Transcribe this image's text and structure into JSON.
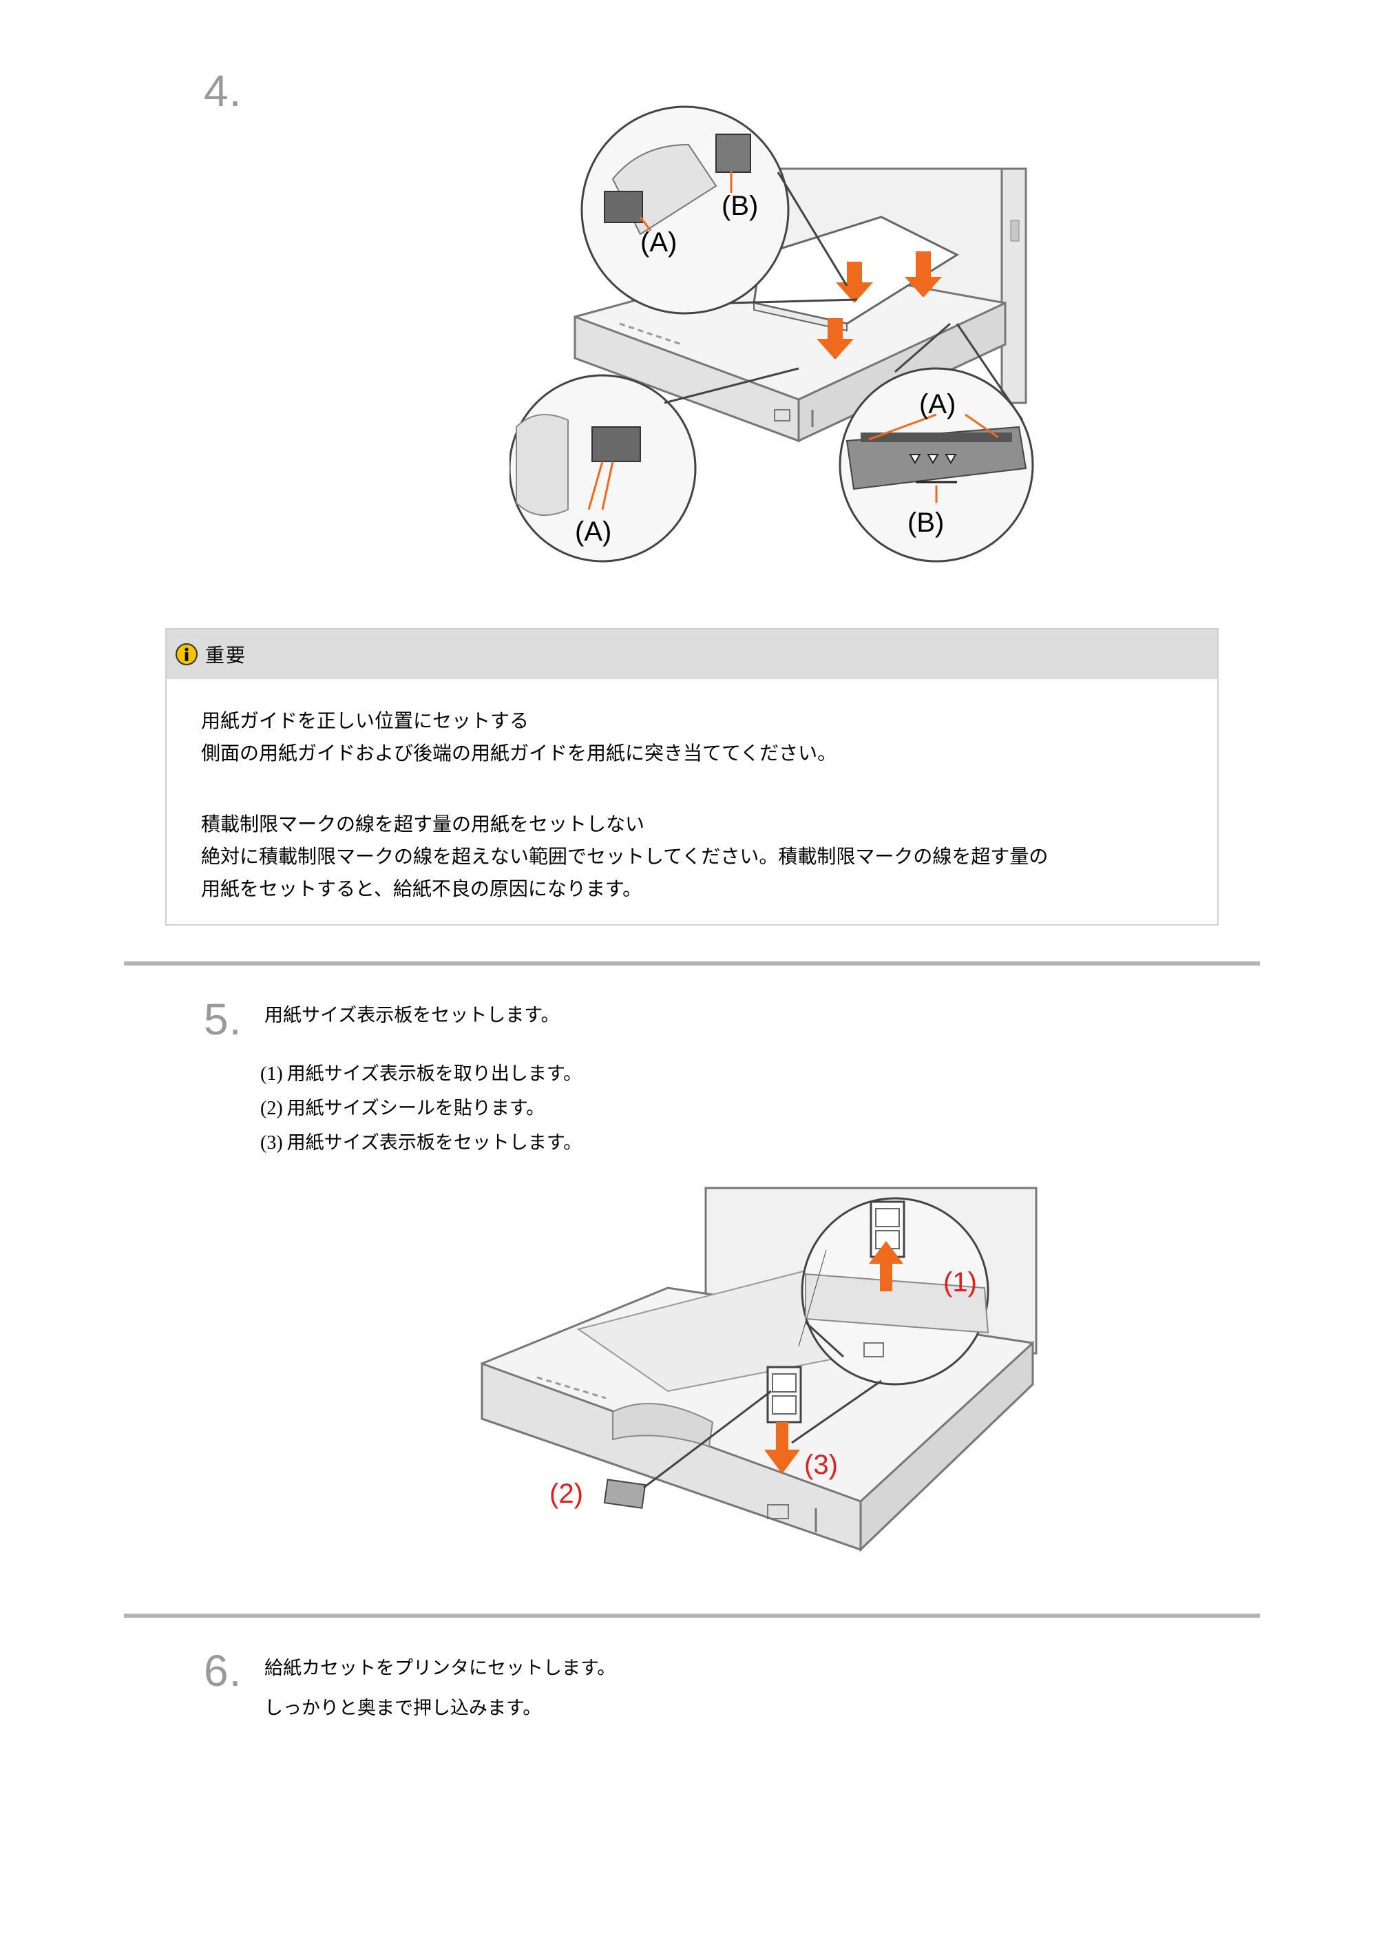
{
  "step4": {
    "number": "4.",
    "figure_labels": {
      "top_A": "(A)",
      "top_B": "(B)",
      "right_A": "(A)",
      "right_B": "(B)",
      "bottom_A": "(A)"
    }
  },
  "important": {
    "icon": "info-icon",
    "title": "重要",
    "lines": [
      "用紙ガイドを正しい位置にセットする",
      "側面の用紙ガイドおよび後端の用紙ガイドを用紙に突き当ててください。",
      "積載制限マークの線を超す量の用紙をセットしない",
      "絶対に積載制限マークの線を超えない範囲でセットしてください。積載制限マークの線を超す量の",
      "用紙をセットすると、給紙不良の原因になります。"
    ]
  },
  "step5": {
    "number": "5.",
    "title": "用紙サイズ表示板をセットします。",
    "items": [
      {
        "num": "(1)",
        "text": "用紙サイズ表示板を取り出します。"
      },
      {
        "num": "(2)",
        "text": "用紙サイズシールを貼ります。"
      },
      {
        "num": "(3)",
        "text": "用紙サイズ表示板をセットします。"
      }
    ],
    "figure_labels": {
      "l1": "(1)",
      "l2": "(2)",
      "l3": "(3)"
    }
  },
  "step6": {
    "number": "6.",
    "title": "給紙カセットをプリンタにセットします。",
    "text": "しっかりと奥まで押し込みます。"
  },
  "colors": {
    "arrow": "#f06a1e",
    "label_red": "#e02020",
    "divider": "#b3b3b3",
    "important_header": "#dcdcdc"
  }
}
